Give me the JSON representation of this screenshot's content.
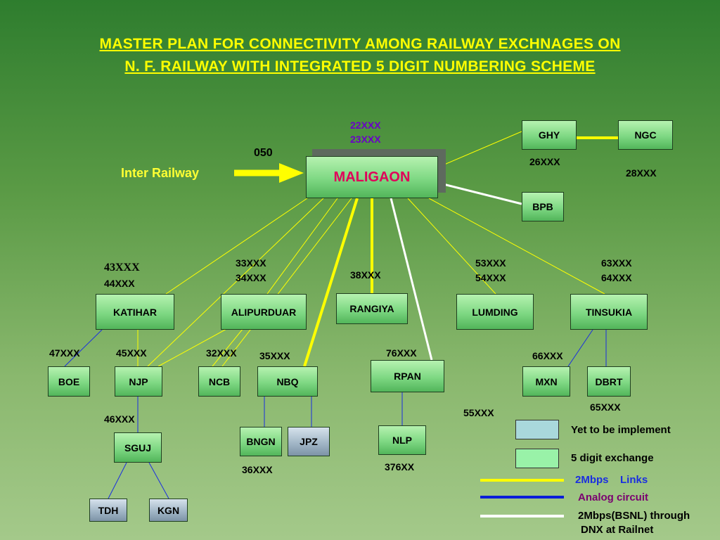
{
  "title": {
    "line1": "MASTER PLAN FOR CONNECTIVITY AMONG RAILWAY EXCHNAGES ON",
    "line2": "N. F. RAILWAY WITH INTEGRATED 5 DIGIT NUMBERING SCHEME"
  },
  "hub": {
    "label": "MALIGAON",
    "codes": [
      "22XXX",
      "23XXX"
    ]
  },
  "inter_railway": {
    "label": "Inter Railway",
    "code": "050"
  },
  "nodes": {
    "ghy": "GHY",
    "ngc": "NGC",
    "bpb": "BPB",
    "katihar": "KATIHAR",
    "alipurduar": "ALIPURDUAR",
    "rangiya": "RANGIYA",
    "lumding": "LUMDING",
    "tinsukia": "TINSUKIA",
    "boe": "BOE",
    "njp": "NJP",
    "ncb": "NCB",
    "nbq": "NBQ",
    "rpan": "RPAN",
    "mxn": "MXN",
    "dbrt": "DBRT",
    "sguj": "SGUJ",
    "bngn": "BNGN",
    "jpz": "JPZ",
    "nlp": "NLP",
    "tdh": "TDH",
    "kgn": "KGN"
  },
  "codes": {
    "ghy": "26XXX",
    "ngc": "28XXX",
    "katihar_1": "43XXX",
    "katihar_2": "44XXX",
    "alipurduar_1": "33XXX",
    "alipurduar_2": "34XXX",
    "rangiya": "38XXX",
    "lumding_1": "53XXX",
    "lumding_2": "54XXX",
    "tinsukia_1": "63XXX",
    "tinsukia_2": "64XXX",
    "boe": "47XXX",
    "njp": "45XXX",
    "ncb": "32XXX",
    "nbq": "35XXX",
    "rpan": "76XXX",
    "mxn": "66XXX",
    "dbrt": "65XXX",
    "sguj": "46XXX",
    "bngn": "36XXX",
    "nlp": "376XX",
    "lumding_extra": "55XXX"
  },
  "legend": {
    "yet_to_implement": "Yet to be implement",
    "five_digit": "5 digit exchange",
    "link_2mbps_a": "2Mbps",
    "link_2mbps_b": "Links",
    "analog": "Analog circuit",
    "bsnl_1": "2Mbps(BSNL) through",
    "bsnl_2": "DNX at Railnet"
  },
  "colors": {
    "link_2mbps": "#ffff00",
    "analog_circuit": "#0a1ed8",
    "bsnl_link": "#ffffff",
    "yet_to_implement": "#a9d8dc",
    "five_digit_exchange": "#99f2a8",
    "hub_text": "#e0005a",
    "title": "#ffff00"
  }
}
